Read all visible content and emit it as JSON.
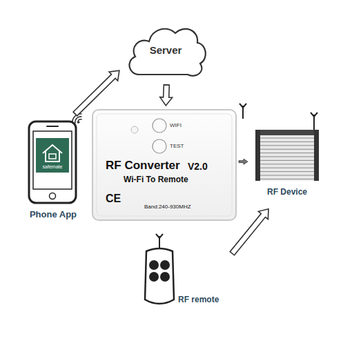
{
  "diagram": {
    "nodes": [
      {
        "text": [
          "Server"
        ]
      },
      {
        "text": [
          "safemate",
          "Phone App"
        ]
      },
      {
        "text": [
          "WIFI",
          "TEST",
          "RF Converter",
          "V2.0",
          "Wi-Fi To Remote",
          "CE",
          "Band:240-930MHZ"
        ]
      },
      {
        "text": [
          "RF Device"
        ]
      },
      {
        "text": [
          "RF remote"
        ]
      }
    ],
    "edges": [
      {
        "from": 1,
        "to": 0,
        "arrow": "to"
      },
      {
        "from": 0,
        "to": 2,
        "arrow": "to"
      },
      {
        "from": 2,
        "to": 3,
        "arrow": "to"
      },
      {
        "from": 4,
        "to": 3,
        "arrow": "to"
      }
    ]
  }
}
